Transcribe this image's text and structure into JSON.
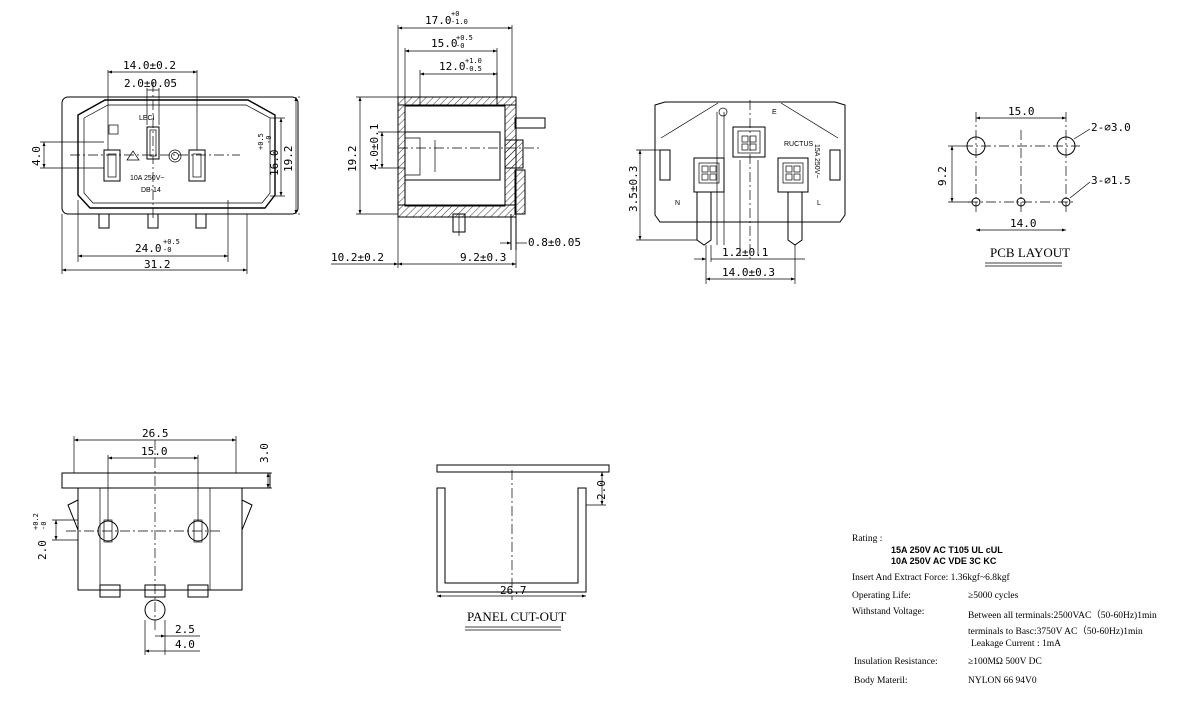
{
  "front_view": {
    "dims": {
      "width_14": "14.0±0.2",
      "pin_2": "2.0±0.05",
      "height_4": "4.0",
      "height_16": "16.0",
      "height_16_tol": "+0.5",
      "height_16_tol2": "-0",
      "height_19": "19.2",
      "width_24": "24.0",
      "width_24_tol": "+0.5",
      "width_24_tol2": "-0",
      "width_31": "31.2"
    },
    "markings": {
      "brand": "LECI",
      "rating": "10A  250V~",
      "model": "DB-14"
    }
  },
  "side_view": {
    "dims": {
      "len_17": "17.0",
      "len_17_tol": "+0",
      "len_17_tol2": "-1.0",
      "len_15": "15.0",
      "len_15_tol": "+0.5",
      "len_15_tol2": "-0",
      "len_12": "12.0",
      "len_12_tol": "+1.0",
      "len_12_tol2": "-0.5",
      "height_19": "19.2",
      "height_4": "4.0±0.1",
      "len_10": "10.2±0.2",
      "len_9": "9.2±0.3",
      "thick_08": "0.8±0.05"
    }
  },
  "rear_view": {
    "dims": {
      "height_35": "3.5±0.3",
      "pitch_12": "1.2±0.1",
      "pitch_14": "14.0±0.3"
    },
    "markings": {
      "earth": "E",
      "neutral": "N",
      "live": "L",
      "rating": "15A 250V~",
      "cert": "RUCTUS"
    }
  },
  "pcb_layout": {
    "title": "PCB LAYOUT",
    "dims": {
      "width_15": "15.0",
      "height_92": "9.2",
      "width_14": "14.0",
      "hole_large": "2-⌀3.0",
      "hole_small": "3-⌀1.5"
    }
  },
  "bottom_view": {
    "dims": {
      "width_265": "26.5",
      "width_15": "15.0",
      "height_3": "3.0",
      "height_2": "2.0",
      "height_2_tol": "+0.2",
      "height_2_tol2": "-0",
      "dim_25": "2.5",
      "dim_40": "4.0"
    }
  },
  "panel_cutout": {
    "title": "PANEL CUT-OUT",
    "dims": {
      "width_267": "26.7",
      "height_2": "2.0"
    }
  },
  "specs": {
    "rating_label": "Rating :",
    "rating_line1": "15A 250V AC   T105   UL   cUL",
    "rating_line2": "10A 250V AC   VDE   3C   KC",
    "insert_force": "Insert And Extract Force: 1.36kgf~6.8kgf",
    "life_label": "Operating Life:",
    "life_value": "≥5000  cycles",
    "withstand_label": "Withstand Voltage:",
    "withstand_line1": "Between all terminals:2500VAC（50-60Hz)1min",
    "withstand_line2": "terminals to Basc:3750V AC（50-60Hz)1min",
    "leakage": "Leakage Current : 1mA",
    "insulation_label": "Insulation Resistance:",
    "insulation_value": "≥100MΩ  500V DC",
    "body_label": "Body Materil:",
    "body_value": "NYLON 66   94V0"
  }
}
